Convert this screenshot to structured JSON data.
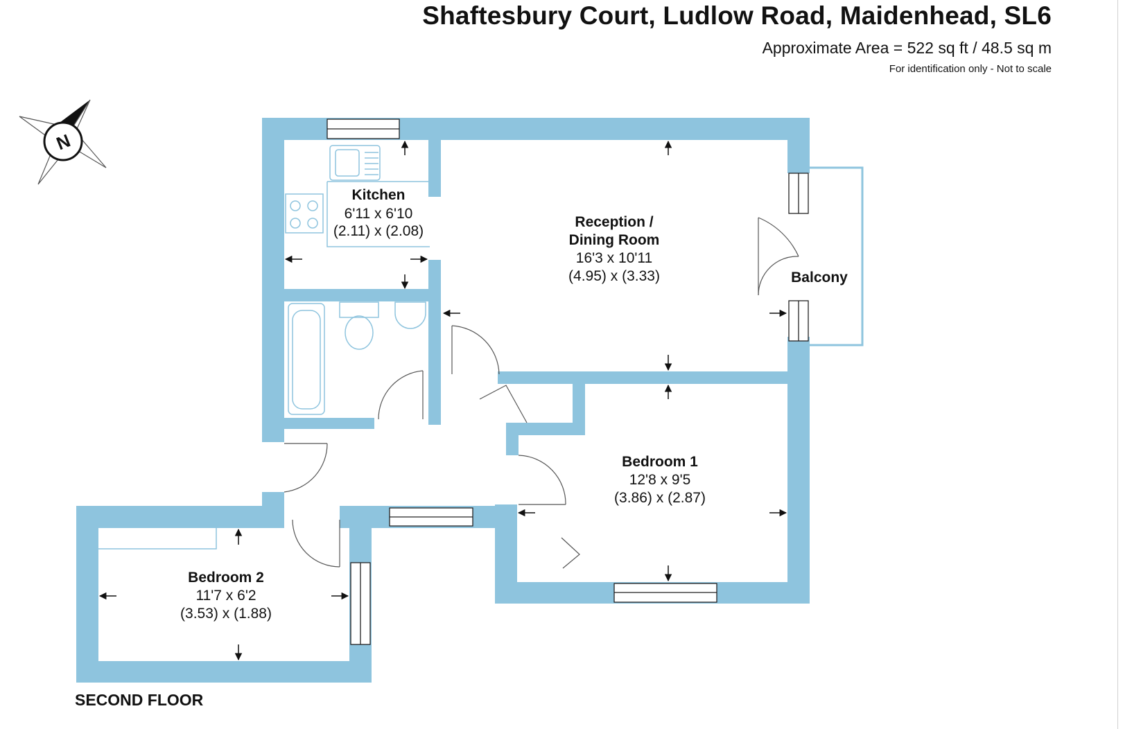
{
  "header": {
    "title": "Shaftesbury Court, Ludlow Road, Maidenhead, SL6",
    "area": "Approximate Area = 522 sq ft / 48.5 sq m",
    "disclaimer": "For identification only - Not to scale"
  },
  "compass": {
    "letter": "N"
  },
  "rooms": {
    "kitchen": {
      "name": "Kitchen",
      "imperial": "6'11 x 6'10",
      "metric": "(2.11) x (2.08)"
    },
    "reception": {
      "name_line1": "Reception /",
      "name_line2": "Dining Room",
      "imperial": "16'3 x 10'11",
      "metric": "(4.95) x (3.33)"
    },
    "balcony": {
      "name": "Balcony"
    },
    "bedroom1": {
      "name": "Bedroom 1",
      "imperial": "12'8 x 9'5",
      "metric": "(3.86) x (2.87)"
    },
    "bedroom2": {
      "name": "Bedroom 2",
      "imperial": "11'7 x 6'2",
      "metric": "(3.53) x (1.88)"
    }
  },
  "floor_label": "SECOND FLOOR",
  "colors": {
    "wall": "#8ec4de",
    "fixture_line": "#8ec4de",
    "text": "#111111",
    "background": "#ffffff"
  }
}
